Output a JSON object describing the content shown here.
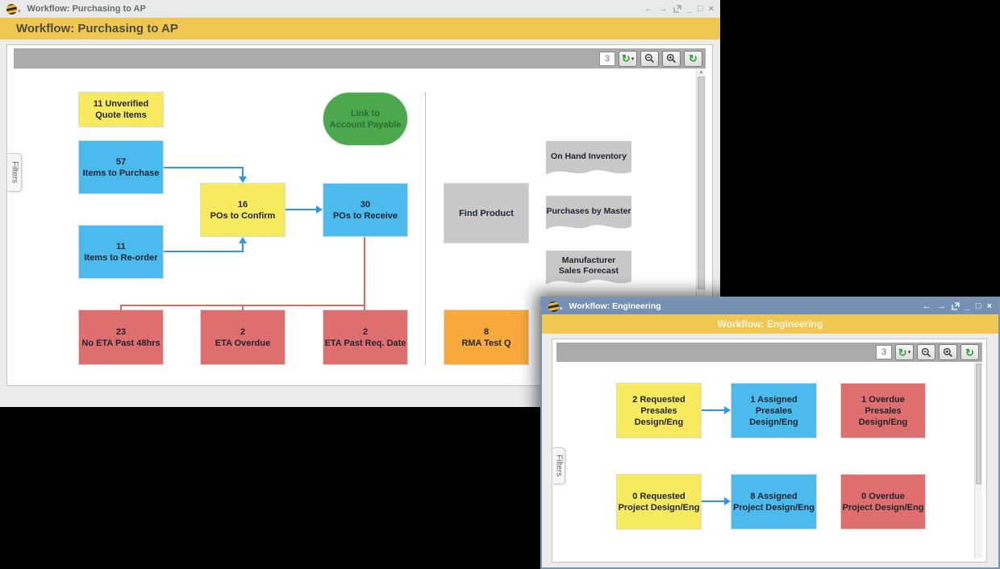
{
  "main_window": {
    "titlebar": {
      "title": "Workflow: Purchasing to AP"
    },
    "window_controls": {
      "back": "←",
      "forward": "→",
      "minimize": "_",
      "maximize": "□",
      "close": "×"
    },
    "header_title": "Workflow: Purchasing to AP",
    "toolbar": {
      "refresh_count": "3"
    },
    "filters_tab": "Filters",
    "nodes": {
      "unverified": {
        "line1": "11 Unverified",
        "line2": "Quote Items"
      },
      "items_purchase": {
        "line1": "57",
        "line2": "Items to Purchase"
      },
      "items_reorder": {
        "line1": "11",
        "line2": "Items to Re-order"
      },
      "pos_confirm": {
        "line1": "16",
        "line2": "POs to Confirm"
      },
      "pos_receive": {
        "line1": "30",
        "line2": "POs to Receive"
      },
      "link_ap": {
        "line1": "Link to",
        "line2": "Account Payable"
      },
      "no_eta": {
        "line1": "23",
        "line2": "No ETA Past 48hrs"
      },
      "eta_overdue": {
        "line1": "2",
        "line2": "ETA Overdue"
      },
      "eta_past_req": {
        "line1": "2",
        "line2": "ETA Past Req. Date"
      },
      "find_product": {
        "line1": "Find Product",
        "line2": ""
      },
      "on_hand": {
        "line1": "On Hand Inventory",
        "line2": ""
      },
      "purchases_master": {
        "line1": "Purchases by Master",
        "line2": ""
      },
      "mfr_forecast": {
        "line1": "Manufacturer",
        "line2": "Sales Forecast"
      },
      "rma_test": {
        "line1": "8",
        "line2": "RMA Test Q"
      }
    }
  },
  "eng_window": {
    "titlebar": {
      "title": "Workflow: Engineering"
    },
    "window_controls": {
      "back": "←",
      "forward": "→",
      "minimize": "_",
      "maximize": "□",
      "close": "×"
    },
    "header_title": "Workflow: Engineering",
    "toolbar": {
      "refresh_count": "3"
    },
    "filters_tab": "Filters",
    "nodes": {
      "req_presales": {
        "line1": "2 Requested",
        "line2": "Presales Design/Eng"
      },
      "asgn_presales": {
        "line1": "1 Assigned",
        "line2": "Presales Design/Eng"
      },
      "ovd_presales": {
        "line1": "1 Overdue",
        "line2": "Presales Design/Eng"
      },
      "req_project": {
        "line1": "0 Requested",
        "line2": "Project Design/Eng"
      },
      "asgn_project": {
        "line1": "8 Assigned",
        "line2": "Project Design/Eng"
      },
      "ovd_project": {
        "line1": "0 Overdue",
        "line2": "Project Design/Eng"
      }
    }
  },
  "icons": {
    "logo": "striped-sphere-logo",
    "refresh": "green-circular-arrow",
    "refresh_dropdown": "green-circular-arrow-with-caret",
    "zoom_out": "magnifier-minus",
    "zoom_in": "magnifier-plus",
    "popout": "open-in-new-window",
    "scroll_up": "▲",
    "caret": "▾",
    "refresh_glyph": "↻"
  },
  "colors": {
    "yellow_node": "#f7ea5e",
    "blue_node": "#4bbbed",
    "red_node": "#df6f6f",
    "green_node": "#4ba84f",
    "orange_node": "#f7a93c",
    "gray_node": "#c8c8c8",
    "header_yellow": "#f0c851",
    "eng_titlebar": "#7590b3",
    "arrow_blue": "#2f97e0",
    "line_red": "#e06565"
  }
}
